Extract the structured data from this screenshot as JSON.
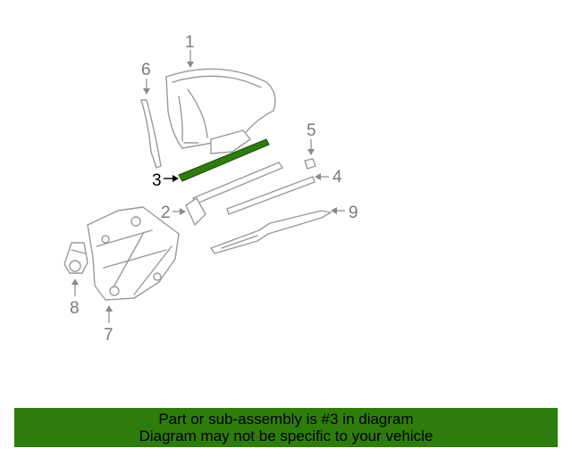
{
  "colors": {
    "highlight_part": "#2e7d0c",
    "banner_background": "#2e7d0c",
    "part_outline": "#9a9a9a",
    "callout_text": "#7a7a7a",
    "highlight_callout": "#000000"
  },
  "callouts": {
    "c1": "1",
    "c2": "2",
    "c3": "3",
    "c4": "4",
    "c5": "5",
    "c6": "6",
    "c7": "7",
    "c8": "8",
    "c9": "9"
  },
  "highlighted_part": "3",
  "banner": {
    "line1": "Part or sub-assembly is #3 in diagram",
    "line2": "Diagram may not be specific to your vehicle"
  }
}
